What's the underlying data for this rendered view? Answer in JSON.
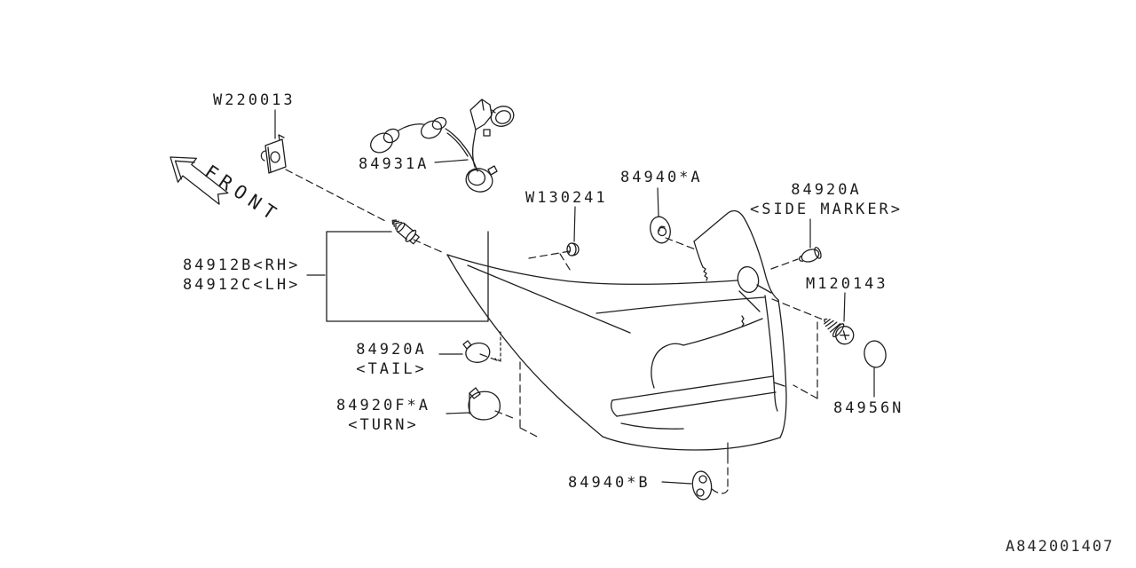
{
  "diagram": {
    "front_label": "FRONT",
    "drawing_number": "A842001407",
    "background_color": "#ffffff",
    "line_color": "#1f1f1f"
  },
  "parts": {
    "clip": {
      "label": "W220013"
    },
    "bulb_socket_harness": {
      "label": "84931A"
    },
    "nut": {
      "label": "W130241"
    },
    "packing_a": {
      "label": "84940*A"
    },
    "side_marker_bulb": {
      "label": "84920A",
      "qualifier": "<SIDE MARKER>"
    },
    "lamp_lens_rh": {
      "label": "84912B<RH>"
    },
    "lamp_lens_lh": {
      "label": "84912C<LH>"
    },
    "screw": {
      "label": "M120143"
    },
    "tail_bulb": {
      "label": "84920A",
      "qualifier": "<TAIL>"
    },
    "turn_bulb": {
      "label": "84920F*A",
      "qualifier": "<TURN>"
    },
    "plug": {
      "label": "84956N"
    },
    "packing_b": {
      "label": "84940*B"
    }
  }
}
